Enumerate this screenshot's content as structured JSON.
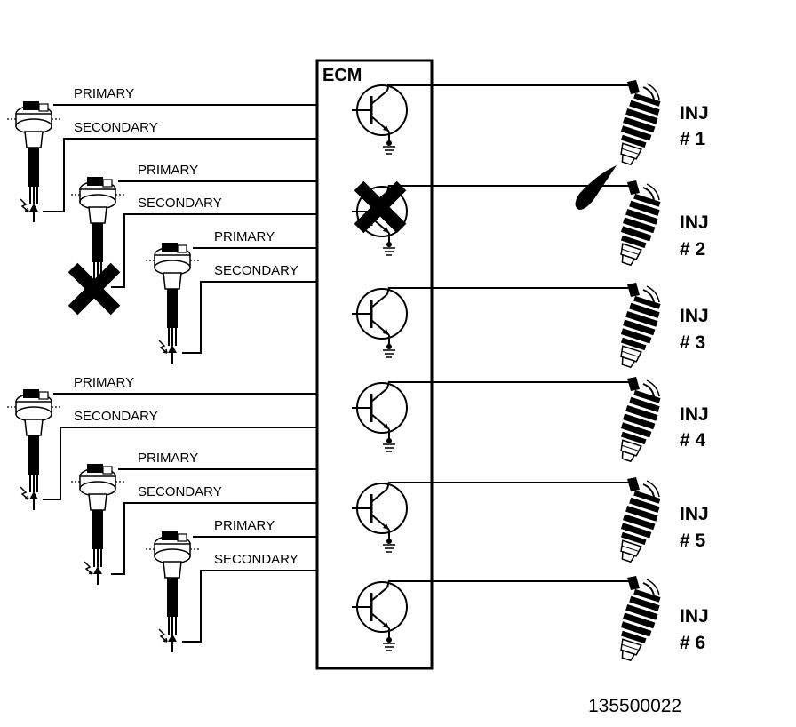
{
  "ecm": {
    "label": "ECM"
  },
  "coils": [
    {
      "primary": "PRIMARY",
      "secondary": "SECONDARY",
      "failed": false
    },
    {
      "primary": "PRIMARY",
      "secondary": "SECONDARY",
      "failed": true
    },
    {
      "primary": "PRIMARY",
      "secondary": "SECONDARY",
      "failed": false
    },
    {
      "primary": "PRIMARY",
      "secondary": "SECONDARY",
      "failed": false
    },
    {
      "primary": "PRIMARY",
      "secondary": "SECONDARY",
      "failed": false
    },
    {
      "primary": "PRIMARY",
      "secondary": "SECONDARY",
      "failed": false
    }
  ],
  "drivers": [
    {
      "failed": false
    },
    {
      "failed": true
    },
    {
      "failed": false
    },
    {
      "failed": false
    },
    {
      "failed": false
    },
    {
      "failed": false
    }
  ],
  "injectors": [
    {
      "line1": "INJ",
      "line2": "# 1",
      "spraying": true
    },
    {
      "line1": "INJ",
      "line2": "# 2",
      "spraying": false
    },
    {
      "line1": "INJ",
      "line2": "# 3",
      "spraying": false
    },
    {
      "line1": "INJ",
      "line2": "# 4",
      "spraying": false
    },
    {
      "line1": "INJ",
      "line2": "# 5",
      "spraying": false
    },
    {
      "line1": "INJ",
      "line2": "# 6",
      "spraying": false
    }
  ],
  "figure_number": "135500022",
  "colors": {
    "ink": "#000000",
    "background": "#ffffff"
  }
}
